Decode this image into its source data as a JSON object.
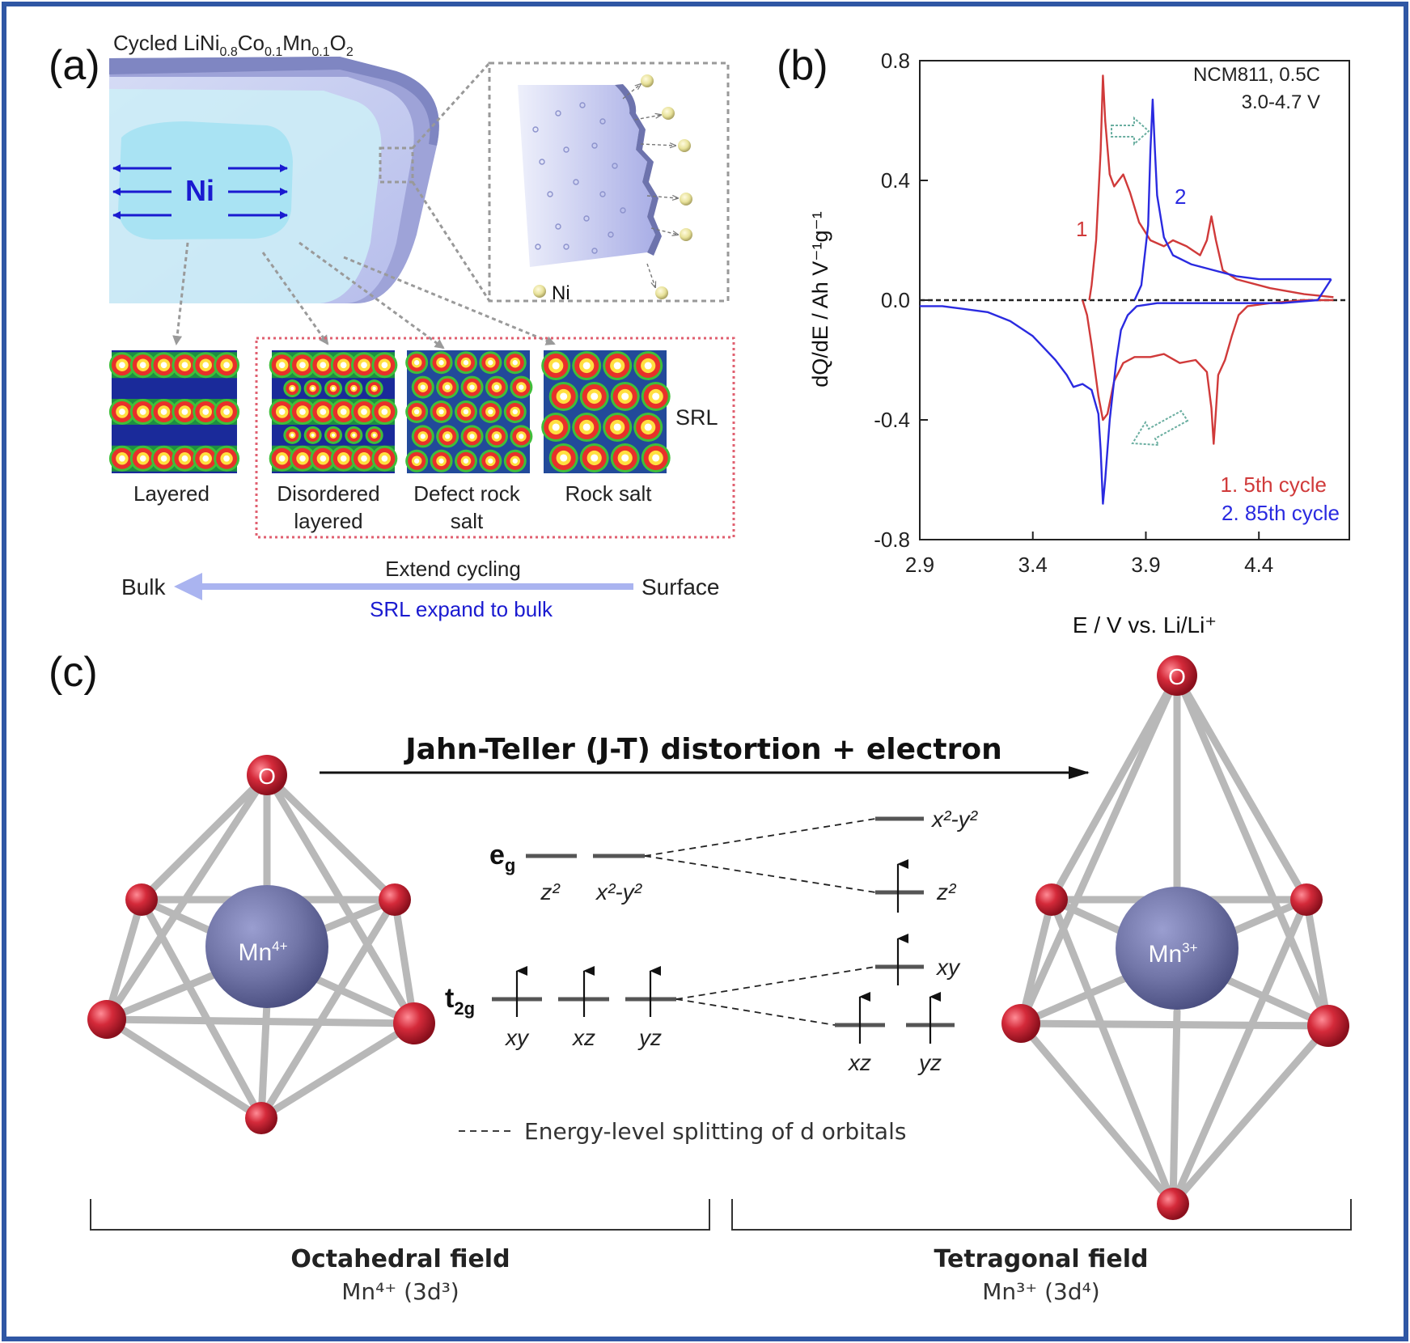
{
  "colors": {
    "frame": "#2f57a4",
    "cycle5": "#d03a3a",
    "cycle85": "#2a2ae0",
    "oxygen": "#d42a3a",
    "manganese": "#7276a8",
    "srl_box": "#e06070",
    "bulk_arrow": "#aab4f0",
    "srl_text": "#1a1ad0"
  },
  "panel_a": {
    "label": "(a)",
    "title": {
      "prefix": "Cycled LiNi",
      "s1": "0.8",
      "m1": "Co",
      "s2": "0.1",
      "m2": "Mn",
      "s3": "0.1",
      "m3": "O",
      "s4": "2"
    },
    "core_label": "Ni",
    "inset_legend": "Ni",
    "images": [
      {
        "label_lines": [
          "Layered"
        ],
        "pattern": "layered"
      },
      {
        "label_lines": [
          "Disordered",
          "layered"
        ],
        "pattern": "disordered-layered"
      },
      {
        "label_lines": [
          "Defect rock",
          "salt"
        ],
        "pattern": "defect-rock-salt"
      },
      {
        "label_lines": [
          "Rock salt"
        ],
        "pattern": "rock-salt"
      }
    ],
    "srl_label": "SRL",
    "bulk_label": "Bulk",
    "surface_label": "Surface",
    "extend_label": "Extend cycling",
    "expand_label": "SRL expand to bulk"
  },
  "panel_b": {
    "label": "(b)",
    "annotation_line1": "NCM811, 0.5C",
    "annotation_line2": "3.0-4.7 V",
    "ylabel": "dQ/dE / Ah V⁻¹g⁻¹",
    "xlabel": "E / V vs. Li/Li⁺",
    "curve_label_1": "1",
    "curve_label_2": "2",
    "legend_1": "1. 5th cycle",
    "legend_2": "2. 85th cycle"
  },
  "chart_data": {
    "type": "line",
    "xlabel": "E / V vs. Li/Li⁺",
    "ylabel": "dQ/dE / Ah V⁻¹g⁻¹",
    "xlim": [
      2.9,
      4.8
    ],
    "ylim": [
      -0.8,
      0.8
    ],
    "x_ticks": [
      "2.9",
      "3.4",
      "3.9",
      "4.4"
    ],
    "y_ticks": [
      "0.8",
      "0.4",
      "0.0",
      "-0.4",
      "-0.8"
    ],
    "series": [
      {
        "name": "1. 5th cycle",
        "charge": [
          [
            3.65,
            0.0
          ],
          [
            3.66,
            0.05
          ],
          [
            3.68,
            0.2
          ],
          [
            3.7,
            0.5
          ],
          [
            3.71,
            0.75
          ],
          [
            3.72,
            0.6
          ],
          [
            3.74,
            0.42
          ],
          [
            3.76,
            0.38
          ],
          [
            3.8,
            0.42
          ],
          [
            3.83,
            0.36
          ],
          [
            3.87,
            0.26
          ],
          [
            3.92,
            0.2
          ],
          [
            3.98,
            0.18
          ],
          [
            4.02,
            0.2
          ],
          [
            4.08,
            0.18
          ],
          [
            4.14,
            0.15
          ],
          [
            4.17,
            0.2
          ],
          [
            4.19,
            0.28
          ],
          [
            4.21,
            0.2
          ],
          [
            4.24,
            0.1
          ],
          [
            4.3,
            0.07
          ],
          [
            4.45,
            0.04
          ],
          [
            4.6,
            0.02
          ],
          [
            4.73,
            0.01
          ]
        ],
        "discharge": [
          [
            4.73,
            0.0
          ],
          [
            4.6,
            0.0
          ],
          [
            4.45,
            -0.01
          ],
          [
            4.35,
            -0.02
          ],
          [
            4.31,
            -0.05
          ],
          [
            4.28,
            -0.12
          ],
          [
            4.25,
            -0.2
          ],
          [
            4.22,
            -0.25
          ],
          [
            4.21,
            -0.37
          ],
          [
            4.2,
            -0.48
          ],
          [
            4.19,
            -0.36
          ],
          [
            4.17,
            -0.24
          ],
          [
            4.12,
            -0.2
          ],
          [
            4.05,
            -0.21
          ],
          [
            3.98,
            -0.18
          ],
          [
            3.92,
            -0.19
          ],
          [
            3.85,
            -0.19
          ],
          [
            3.8,
            -0.21
          ],
          [
            3.76,
            -0.27
          ],
          [
            3.73,
            -0.38
          ],
          [
            3.71,
            -0.4
          ],
          [
            3.69,
            -0.32
          ],
          [
            3.66,
            -0.15
          ],
          [
            3.64,
            -0.05
          ],
          [
            3.62,
            0.0
          ]
        ]
      },
      {
        "name": "2. 85th cycle",
        "charge": [
          [
            3.85,
            0.0
          ],
          [
            3.88,
            0.05
          ],
          [
            3.91,
            0.25
          ],
          [
            3.92,
            0.5
          ],
          [
            3.93,
            0.67
          ],
          [
            3.94,
            0.5
          ],
          [
            3.95,
            0.35
          ],
          [
            3.98,
            0.21
          ],
          [
            4.02,
            0.15
          ],
          [
            4.1,
            0.12
          ],
          [
            4.2,
            0.1
          ],
          [
            4.3,
            0.08
          ],
          [
            4.4,
            0.07
          ],
          [
            4.5,
            0.07
          ],
          [
            4.6,
            0.07
          ],
          [
            4.72,
            0.07
          ]
        ],
        "discharge": [
          [
            4.72,
            0.07
          ],
          [
            4.66,
            0.0
          ],
          [
            4.5,
            -0.01
          ],
          [
            4.2,
            -0.01
          ],
          [
            3.95,
            -0.01
          ],
          [
            3.86,
            -0.02
          ],
          [
            3.82,
            -0.05
          ],
          [
            3.79,
            -0.1
          ],
          [
            3.77,
            -0.2
          ],
          [
            3.74,
            -0.4
          ],
          [
            3.72,
            -0.6
          ],
          [
            3.71,
            -0.68
          ],
          [
            3.7,
            -0.5
          ],
          [
            3.69,
            -0.38
          ],
          [
            3.66,
            -0.3
          ],
          [
            3.62,
            -0.28
          ],
          [
            3.58,
            -0.29
          ],
          [
            3.55,
            -0.25
          ],
          [
            3.5,
            -0.2
          ],
          [
            3.45,
            -0.16
          ],
          [
            3.4,
            -0.12
          ],
          [
            3.3,
            -0.07
          ],
          [
            3.2,
            -0.04
          ],
          [
            3.1,
            -0.03
          ],
          [
            3.0,
            -0.02
          ],
          [
            2.9,
            -0.02
          ]
        ]
      }
    ]
  },
  "panel_c": {
    "label": "(c)",
    "arrow_text": "Jahn-Teller (J-T) distortion + electron",
    "oxygen_label": "O",
    "left_center": {
      "base": "Mn",
      "sup": "4+"
    },
    "right_center": {
      "base": "Mn",
      "sup": "3+"
    },
    "eg_label": {
      "base": "e",
      "sub": "g"
    },
    "t2g_label": {
      "base": "t",
      "sub": "2g"
    },
    "left_eg_orbitals": [
      "z²",
      "x²-y²"
    ],
    "left_t2g_orbitals": [
      "xy",
      "xz",
      "yz"
    ],
    "right_orbitals": {
      "top": "x²-y²",
      "upper": "z²",
      "middle": "xy",
      "lower": [
        "xz",
        "yz"
      ]
    },
    "legend_text": "Energy-level splitting of d orbitals",
    "left_field_title": "Octahedral field",
    "left_field_sub": "Mn⁴⁺ (3d³)",
    "right_field_title": "Tetragonal field",
    "right_field_sub": "Mn³⁺ (3d⁴)"
  }
}
